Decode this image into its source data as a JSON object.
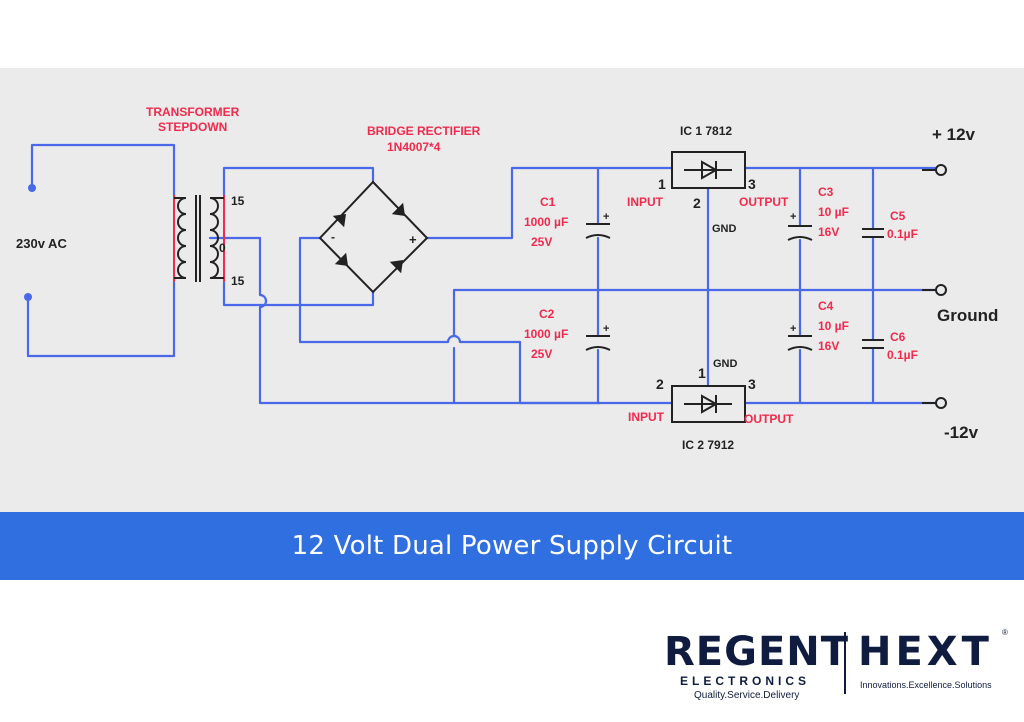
{
  "caption": {
    "text": "12 Volt Dual Power Supply Circuit",
    "color": "#2f6fe0"
  },
  "colors": {
    "wire": "#4a69e8",
    "label_red": "#ee2b4c",
    "label_dark": "#222222",
    "panel": "#ebebeb"
  },
  "diagram": {
    "source_label": "230v AC",
    "transformer": {
      "title_line1": "TRANSFORMER",
      "title_line2": "STEPDOWN",
      "tap_top": "15",
      "tap_mid": "0",
      "tap_bottom": "15",
      "icon": "transformer-icon"
    },
    "rectifier": {
      "title_line1": "BRIDGE RECTIFIER",
      "title_line2": "1N4007*4",
      "minus": "-",
      "plus": "+",
      "icon": "bridge-rectifier-icon"
    },
    "ic1": {
      "name": "IC 1 7812",
      "pin1": "1",
      "pin2": "2",
      "pin3": "3",
      "input": "INPUT",
      "gnd": "GND",
      "output": "OUTPUT"
    },
    "ic2": {
      "name": "IC 2 7912",
      "pin1": "1",
      "pin2": "2",
      "pin3": "3",
      "input": "INPUT",
      "gnd": "GND",
      "output": "OUTPUT"
    },
    "c1": {
      "name": "C1",
      "value": "1000 µF",
      "voltage": "25V",
      "polarity": "+"
    },
    "c2": {
      "name": "C2",
      "value": "1000 µF",
      "voltage": "25V",
      "polarity": "+"
    },
    "c3": {
      "name": "C3",
      "value": "10 µF",
      "voltage": "16V",
      "polarity": "+"
    },
    "c4": {
      "name": "C4",
      "value": "10 µF",
      "voltage": "16V",
      "polarity": "+"
    },
    "c5": {
      "name": "C5",
      "value": "0.1µF"
    },
    "c6": {
      "name": "C6",
      "value": "0.1µF"
    },
    "outputs": {
      "positive": "+ 12v",
      "ground": "Ground",
      "negative": "-12v"
    }
  },
  "logo": {
    "left_name": "REGENT",
    "left_sub": "ELECTRONICS",
    "left_tagline": "Quality.Service.Delivery",
    "right_name": "HEXT",
    "right_tagline": "Innovations.Excellence.Solutions",
    "registered": "®",
    "color": "#0f1c3f"
  }
}
